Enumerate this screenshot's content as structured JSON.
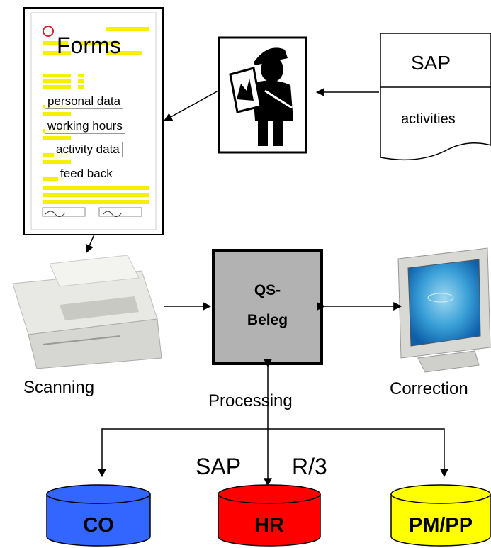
{
  "forms": {
    "title": "Forms",
    "fields": [
      "personal data",
      "working hours",
      "activity data",
      "feed back"
    ]
  },
  "sap_doc": {
    "title": "SAP",
    "subtitle": "activities"
  },
  "center_box": {
    "line1": "QS-",
    "line2": "Beleg"
  },
  "stages": {
    "scanning": "Scanning",
    "processing": "Processing",
    "correction": "Correction"
  },
  "sap_r3": {
    "left": "SAP",
    "right": "R/3"
  },
  "modules": [
    {
      "label": "CO",
      "color": "#3366ff"
    },
    {
      "label": "HR",
      "color": "#ff0000"
    },
    {
      "label": "PM/PP",
      "color": "#ffff00"
    }
  ]
}
